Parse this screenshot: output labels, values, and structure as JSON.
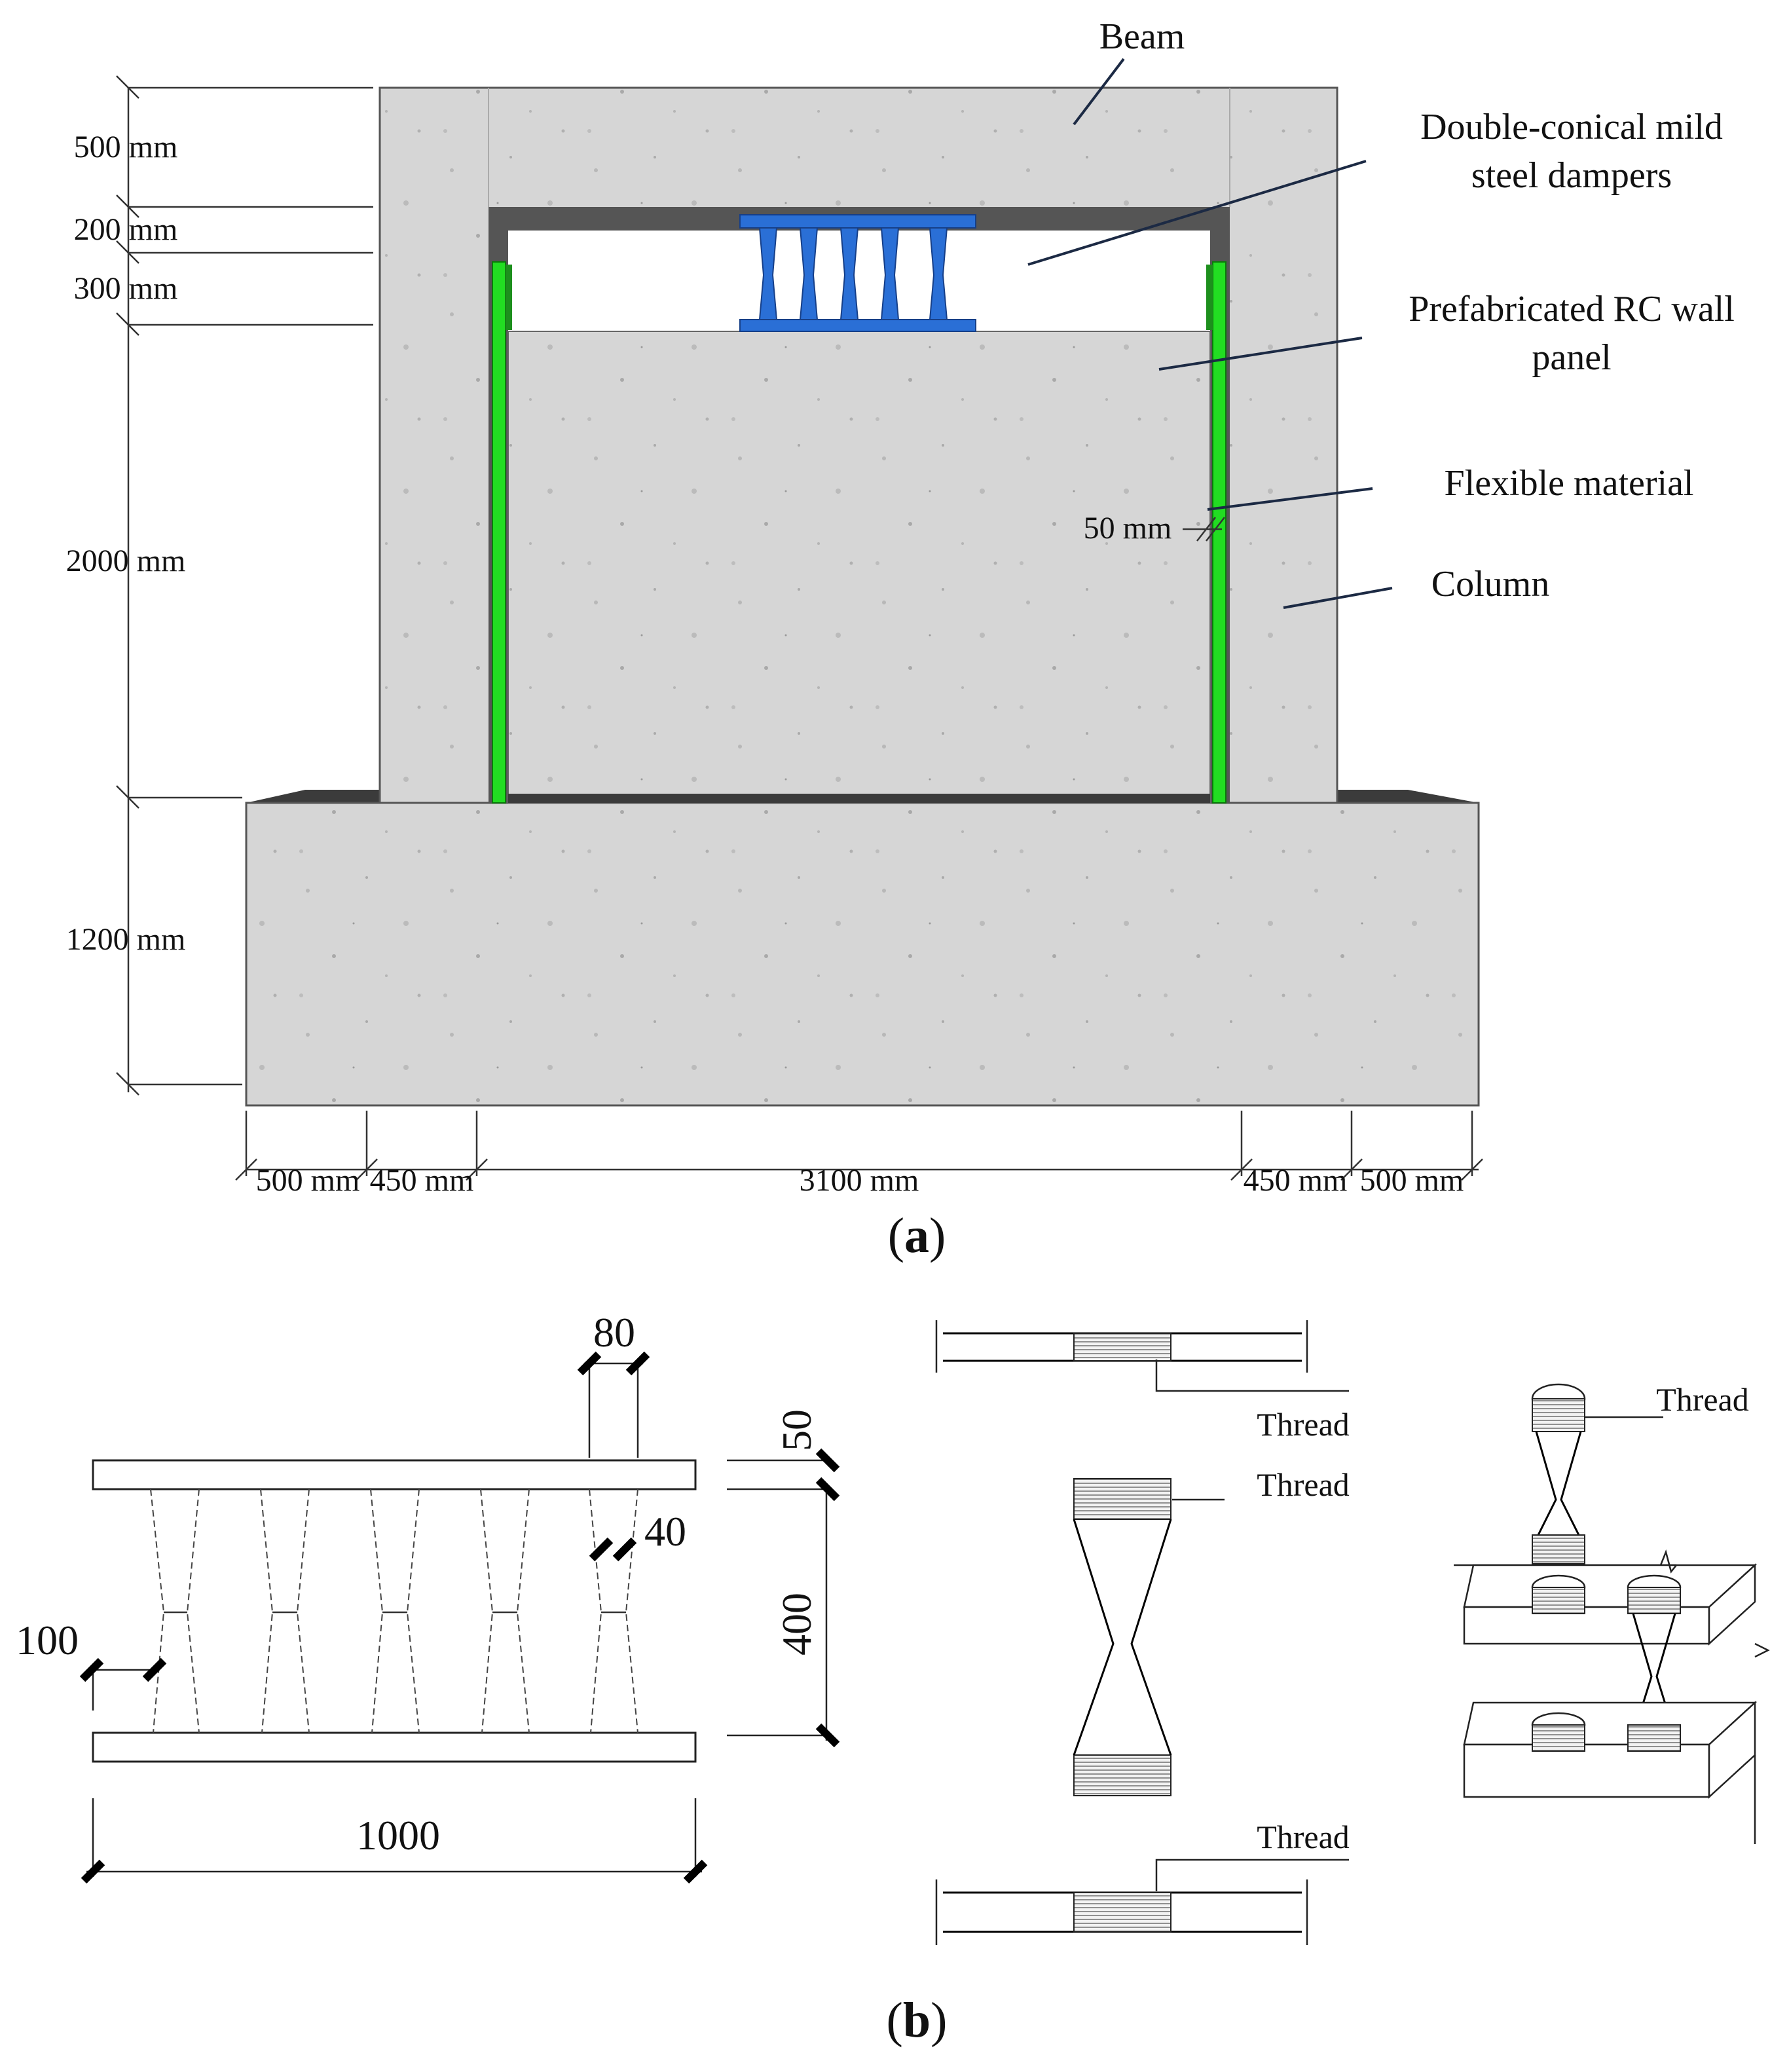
{
  "part_a": {
    "caption": "(a)",
    "caption_letter": "a",
    "labels": {
      "beam": "Beam",
      "dampers_line1": "Double-conical mild",
      "dampers_line2": "steel dampers",
      "panel_line1": "Prefabricated RC wall",
      "panel_line2": "panel",
      "flexible": "Flexible material",
      "column": "Column",
      "gap": "50 mm"
    },
    "vertical_dims": [
      "500 mm",
      "200 mm",
      "300 mm",
      "2000 mm",
      "1200 mm"
    ],
    "horizontal_dims": [
      "500 mm",
      "450 mm",
      "3100 mm",
      "450 mm",
      "500 mm"
    ],
    "colors": {
      "concrete": "#d4d4d4",
      "flexible_material": "#22dd22",
      "damper": "#2a6fd6",
      "steel_frame": "#555555"
    }
  },
  "part_b": {
    "caption": "(b)",
    "caption_letter": "b",
    "dims": {
      "width_80": "80",
      "plate_50": "50",
      "neck_40": "40",
      "height_400": "400",
      "edge_100": "100",
      "length_1000": "1000"
    },
    "thread_labels": [
      "Thread",
      "Thread",
      "Thread",
      "Thread"
    ]
  }
}
